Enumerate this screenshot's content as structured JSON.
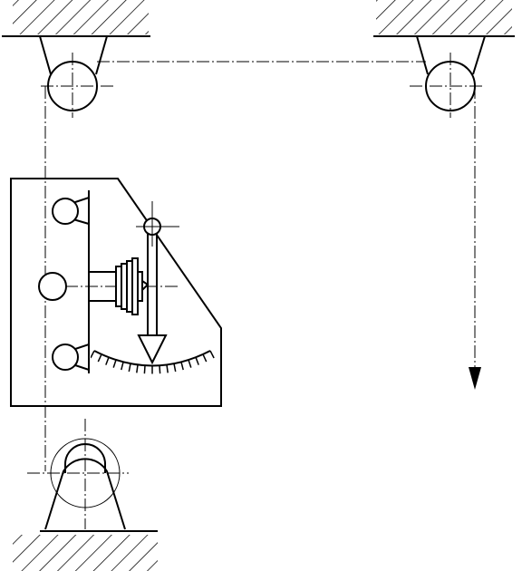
{
  "diagram": {
    "kind": "mechanical-schematic",
    "labels": [],
    "colors": {
      "ink": "#000000",
      "paper": "#ffffff"
    },
    "components": [
      "top-left-ceiling-support",
      "top-right-ceiling-support",
      "top-left-pulley",
      "top-right-pulley",
      "cable-path",
      "load-direction-arrow",
      "measuring-instrument-body",
      "instrument-guide-rollers",
      "instrument-center-roller",
      "spring-stack",
      "pendulum-pointer",
      "dial-scale",
      "bottom-floor-pulley"
    ]
  }
}
